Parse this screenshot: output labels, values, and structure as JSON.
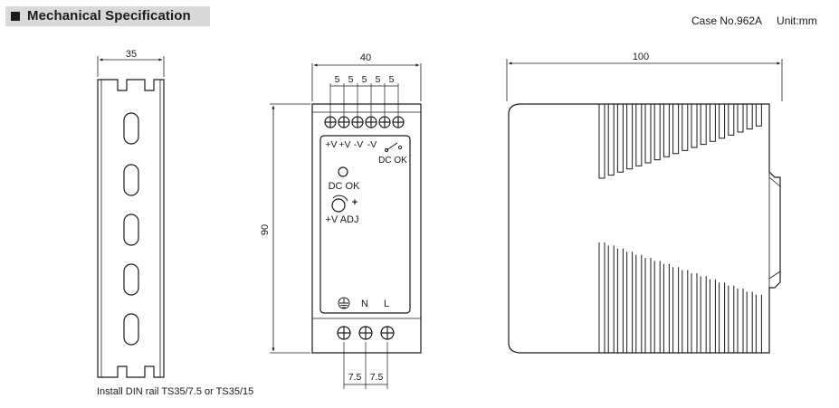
{
  "header": {
    "title": "Mechanical Specification",
    "case_no": "Case No.962A",
    "unit": "Unit:mm"
  },
  "din_rail": {
    "width_dim": "35",
    "note": "Install DIN rail TS35/7.5 or TS35/15"
  },
  "front_view": {
    "width_dim": "40",
    "terminal_pitch_top": [
      "5",
      "5",
      "5",
      "5",
      "5"
    ],
    "height_dim": "90",
    "output_labels": [
      "+V",
      "+V",
      "-V",
      "-V"
    ],
    "relay_label": "DC OK",
    "led_label": "DC OK",
    "adj_plus": "+",
    "adj_label": "+V ADJ",
    "input_labels": [
      "N",
      "L"
    ],
    "terminal_pitch_bottom": [
      "7.5",
      "7.5"
    ]
  },
  "side_view": {
    "depth_dim": "100"
  },
  "icons": {
    "earth": "ground-icon",
    "terminal": "screw-terminal-icon",
    "pot": "potentiometer-icon",
    "led": "led-indicator-icon"
  }
}
